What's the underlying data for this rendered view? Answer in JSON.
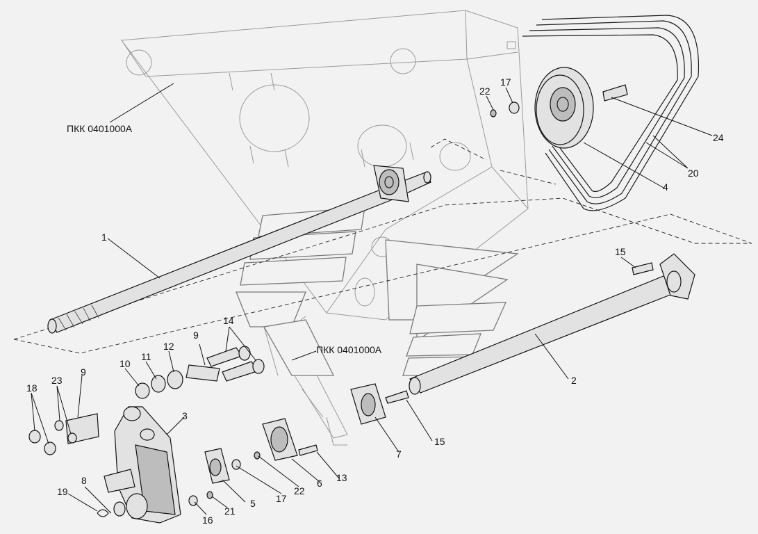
{
  "references": {
    "frame_upper": "ПКК 0401000А",
    "frame_lower": "ПКК 0401000А"
  },
  "callouts": {
    "c1": "1",
    "c2": "2",
    "c3": "3",
    "c4": "4",
    "c5": "5",
    "c6": "6",
    "c7": "7",
    "c8": "8",
    "c9a": "9",
    "c9b": "9",
    "c10": "10",
    "c11": "11",
    "c12": "12",
    "c13": "13",
    "c14": "14",
    "c15a": "15",
    "c15b": "15",
    "c16": "16",
    "c17a": "17",
    "c17b": "17",
    "c18": "18",
    "c19": "19",
    "c20": "20",
    "c21": "21",
    "c22a": "22",
    "c22b": "22",
    "c23": "23",
    "c24": "24"
  },
  "colors": {
    "background": "#f2f2f2",
    "line": "#1a1a1a",
    "ghost": "#9a9a9a",
    "part_fill": "#e2e2e2",
    "logo_outline": "#7a7a7a"
  }
}
